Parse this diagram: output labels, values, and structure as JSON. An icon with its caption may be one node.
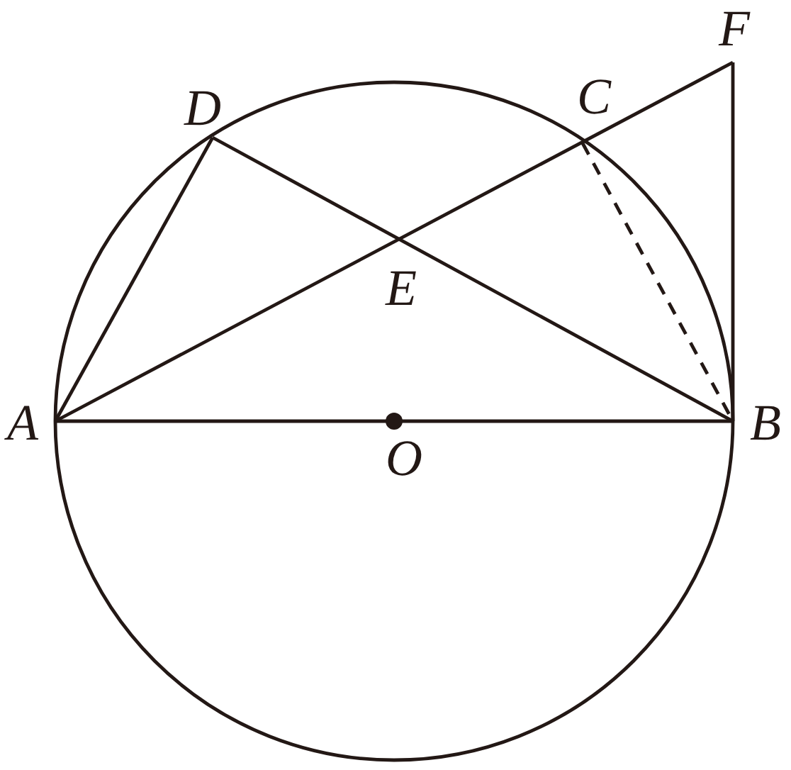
{
  "diagram": {
    "labels": [
      "F",
      "D",
      "C",
      "E",
      "A",
      "B",
      "O"
    ]
  }
}
